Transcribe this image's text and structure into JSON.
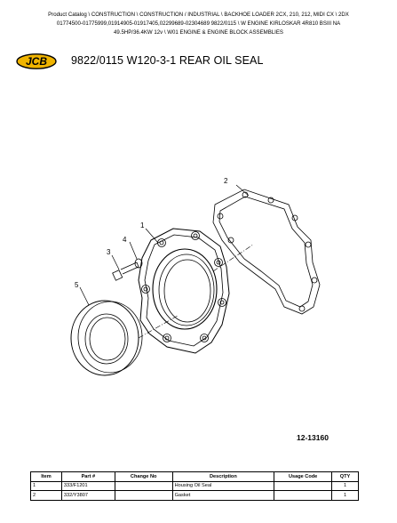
{
  "breadcrumb": {
    "line1": "Product Catalog \\ CONSTRUCTION \\ CONSTRUCTION / INDUSTRIAL \\ BACKHOE LOADER 2CX, 210, 212, MIDI CX \\ 2DX",
    "line2": "01774500-01775999,01914905-01917405,02299689-02304689 9822/0115 \\ W ENGINE KIRLOSKAR 4R810 BSIII NA",
    "line3": "49.5HP/36.4KW 12v \\ W01 ENGINE & ENGINE BLOCK ASSEMBLIES"
  },
  "logo": {
    "text": "JCB",
    "color": "#f0b400",
    "outline": "#000000"
  },
  "title": "9822/0115 W120-3-1 REAR OIL SEAL",
  "diagram": {
    "callouts": [
      "1",
      "2",
      "3",
      "4",
      "5"
    ],
    "drawing_number": "12-13160"
  },
  "table": {
    "headers": [
      "Item",
      "Part #",
      "Change No",
      "Description",
      "Usage Code",
      "QTY"
    ],
    "rows": [
      {
        "item": "1",
        "part": "333/F1201",
        "change": "",
        "description": "Housing Oil Seal",
        "usage": "",
        "qty": "1"
      },
      {
        "item": "2",
        "part": "332/Y3807",
        "change": "",
        "description": "Gasket",
        "usage": "",
        "qty": "1"
      }
    ]
  }
}
